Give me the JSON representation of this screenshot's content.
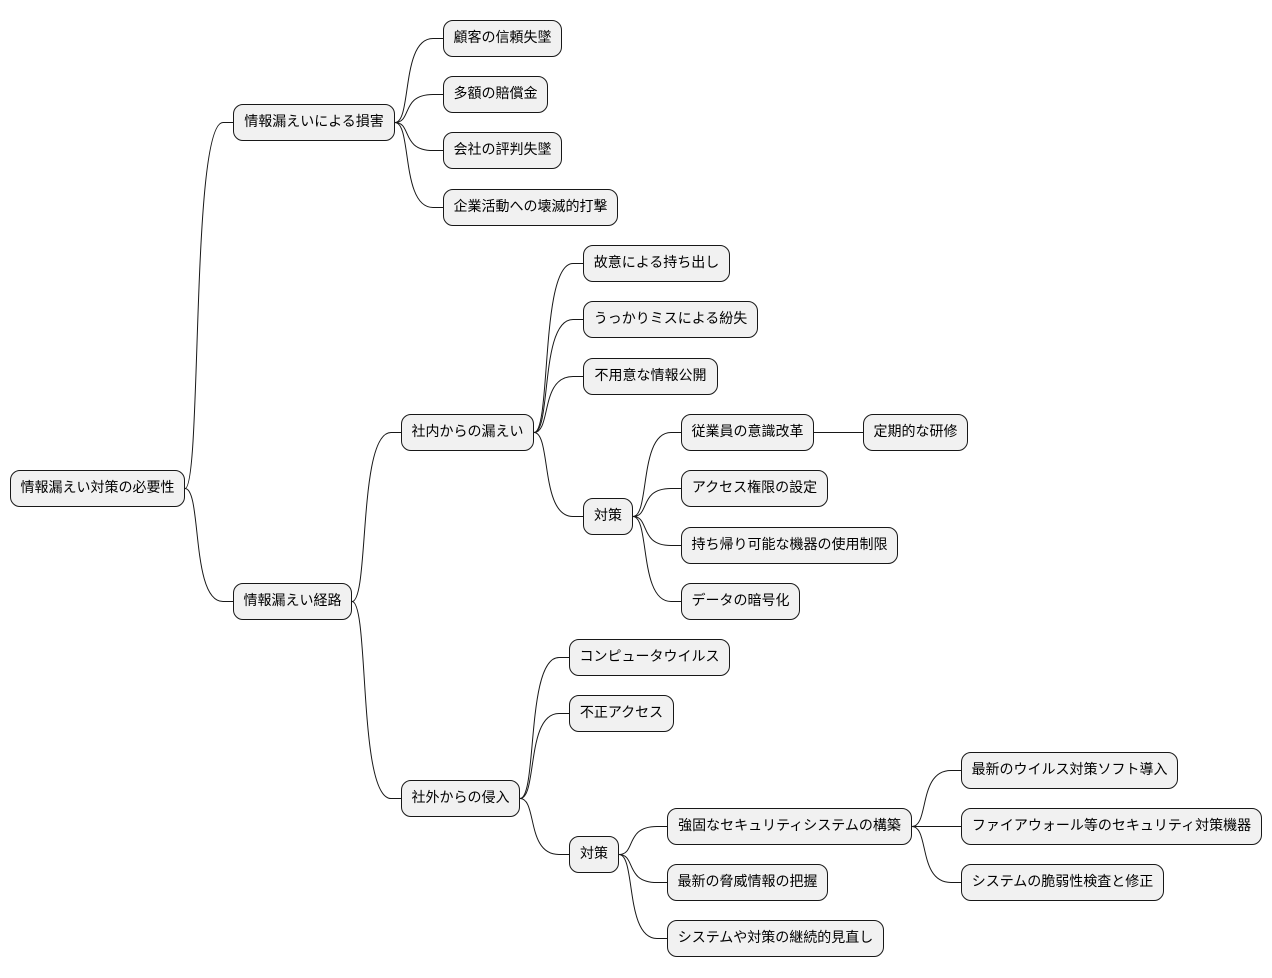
{
  "colors": {
    "node_fill": "#f1f1f1",
    "node_border": "#181818",
    "edge": "#181818",
    "text": "#000000"
  },
  "nodes": {
    "root": "情報漏えい対策の必要性",
    "damage": "情報漏えいによる損害",
    "trust_loss": "顧客の信頼失墜",
    "compensation": "多額の賠償金",
    "reputation_loss": "会社の評判失墜",
    "business_blow": "企業活動への壊滅的打撃",
    "routes": "情報漏えい経路",
    "internal_leak": "社内からの漏えい",
    "intentional_takeout": "故意による持ち出し",
    "accidental_loss": "うっかりミスによる紛失",
    "careless_disclosure": "不用意な情報公開",
    "internal_measures": "対策",
    "employee_awareness": "従業員の意識改革",
    "regular_training": "定期的な研修",
    "access_rights": "アクセス権限の設定",
    "device_restriction": "持ち帰り可能な機器の使用制限",
    "data_encryption": "データの暗号化",
    "external_intrusion": "社外からの侵入",
    "computer_virus": "コンピュータウイルス",
    "unauthorized_access": "不正アクセス",
    "external_measures": "対策",
    "robust_security": "強固なセキュリティシステムの構築",
    "latest_antivirus": "最新のウイルス対策ソフト導入",
    "firewall": "ファイアウォール等のセキュリティ対策機器",
    "vulnerability_check": "システムの脆弱性検査と修正",
    "threat_intel": "最新の脅威情報の把握",
    "continuous_review": "システムや対策の継続的見直し"
  }
}
